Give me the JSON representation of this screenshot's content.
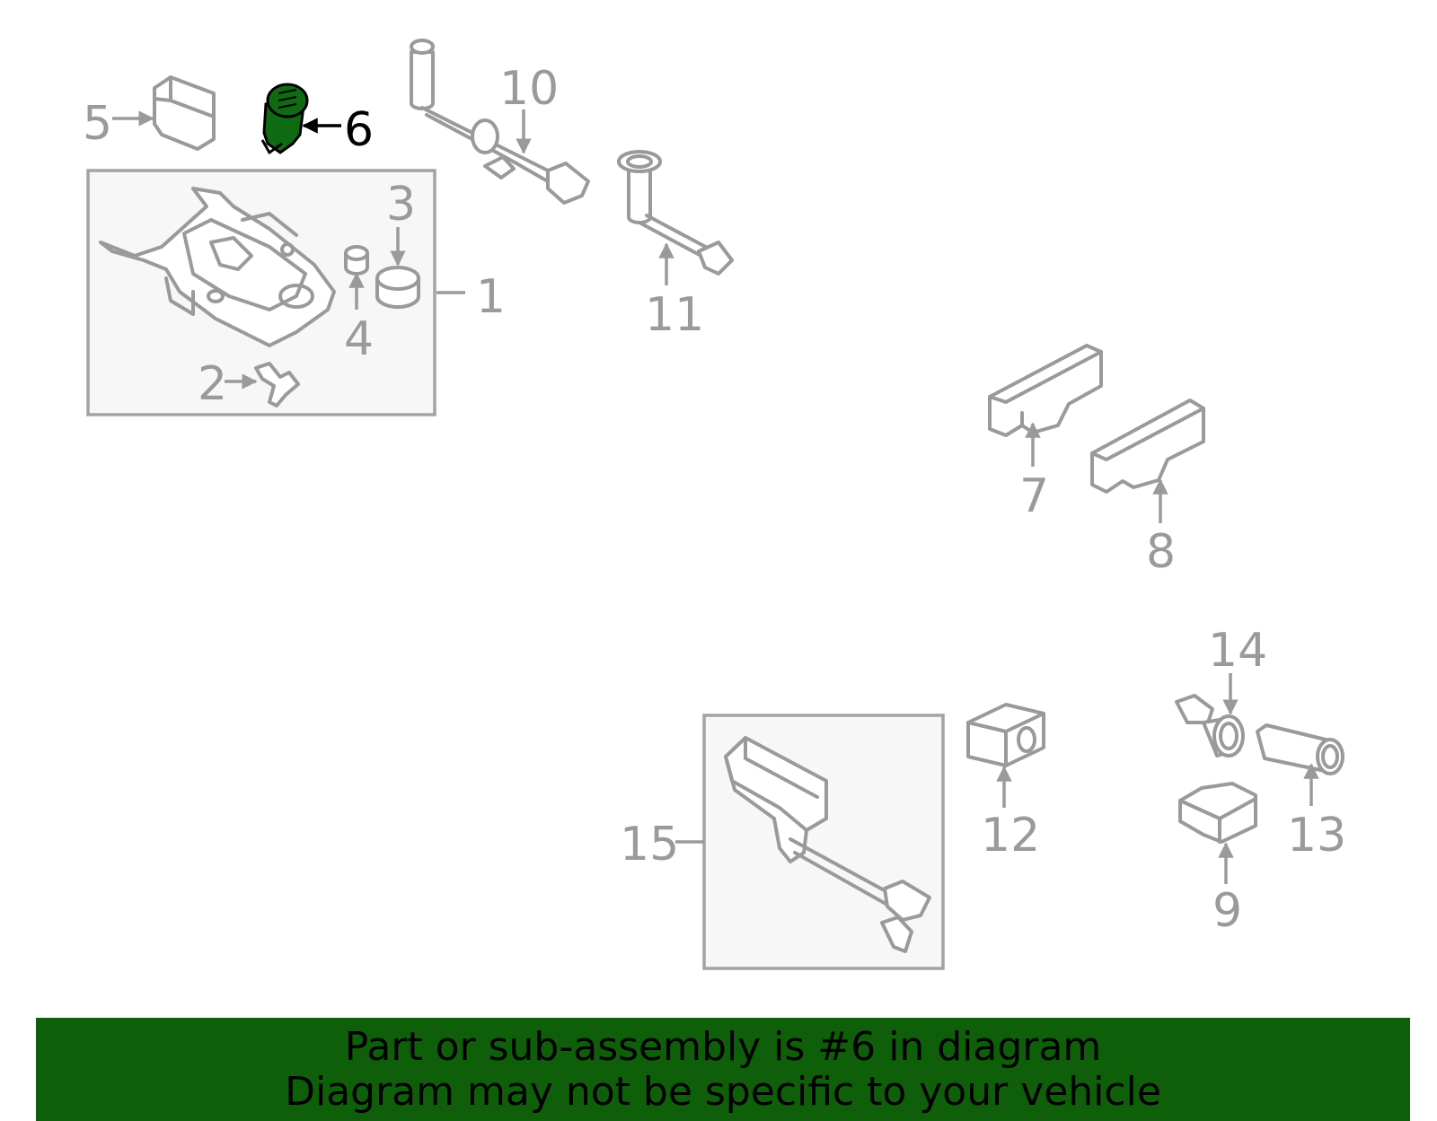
{
  "diagram": {
    "highlight_color": "#0f6b12",
    "line_color": "#9a9a9a",
    "callouts": {
      "c1": "1",
      "c2": "2",
      "c3": "3",
      "c4": "4",
      "c5": "5",
      "c6": "6",
      "c7": "7",
      "c8": "8",
      "c9": "9",
      "c10": "10",
      "c11": "11",
      "c12": "12",
      "c13": "13",
      "c14": "14",
      "c15": "15"
    },
    "highlighted_part": "6"
  },
  "banner": {
    "line1": "Part or sub-assembly is #6 in diagram",
    "line2": "Diagram may not be specific to your vehicle",
    "background": "#0f5f0a"
  }
}
